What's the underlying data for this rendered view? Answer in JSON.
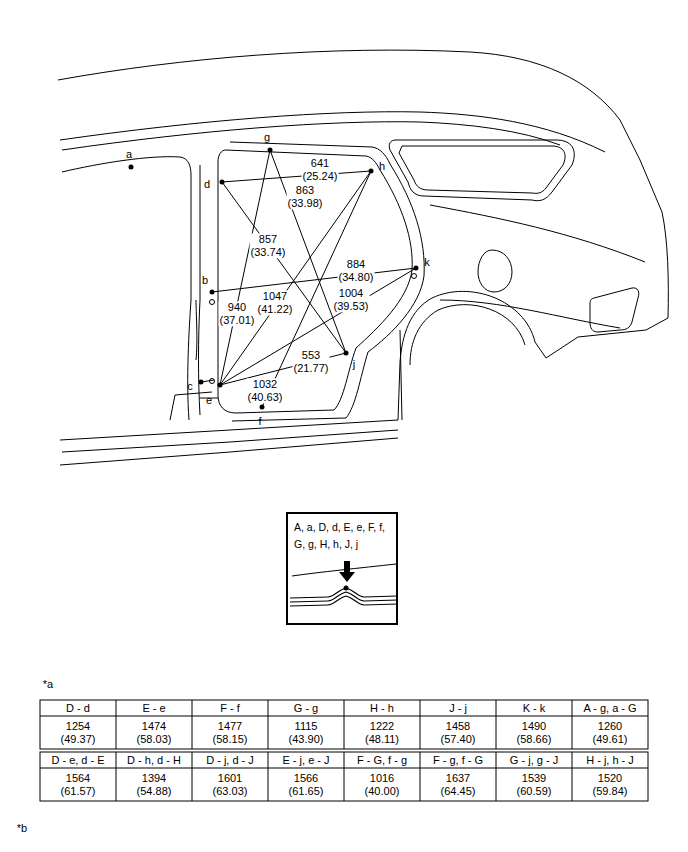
{
  "diagram": {
    "nodes": [
      {
        "text": [
          "A, a, D, d, E, e, F, f, G, g, H, h, J, j"
        ]
      }
    ],
    "labels": [
      "a",
      "g",
      "d",
      "h",
      "b",
      "k",
      "c",
      "e",
      "f",
      "j",
      "641 (25.24)",
      "863 (33.98)",
      "857 (33.74)",
      "884 (34.80)",
      "1004 (39.53)",
      "1047 (41.22)",
      "940 (37.01)",
      "553 (21.77)",
      "1032 (40.63)",
      "*a",
      "D - d",
      "E - e",
      "F - f",
      "G - g",
      "H - h",
      "J - j",
      "K - k",
      "A - g, a - G",
      "1254 (49.37)",
      "1474 (58.03)",
      "1477 (58.15)",
      "1115 (43.90)",
      "1222 (48.11)",
      "1458 (57.40)",
      "1490 (58.66)",
      "1260 (49.61)",
      "D - e, d - E",
      "D - h, d - H",
      "D - j, d - J",
      "E - j, e - J",
      "F - G, f - g",
      "F - g, f - G",
      "G - j, g - J",
      "H - j, h - J",
      "1564 (61.57)",
      "1394 (54.88)",
      "1601 (63.03)",
      "1566 (61.65)",
      "1016 (40.00)",
      "1637 (64.45)",
      "1539 (60.59)",
      "1520 (59.84)",
      "*b"
    ]
  }
}
